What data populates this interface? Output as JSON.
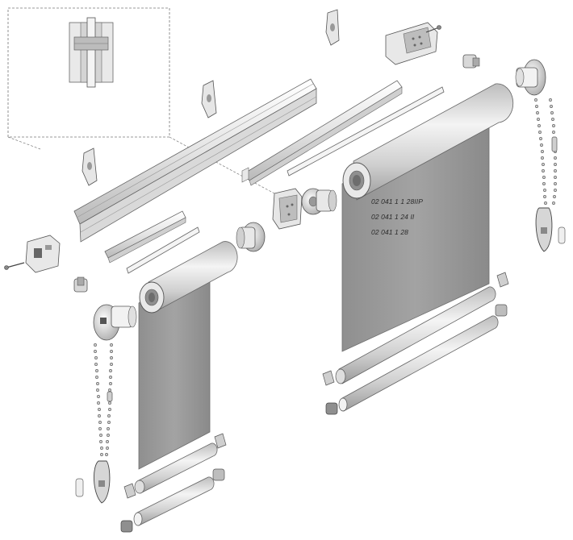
{
  "diagram": {
    "type": "exploded-assembly",
    "colors": {
      "fabric": "#9a9a9a",
      "fabric_edge": "#7d7d7d",
      "metal_light": "#f2f2f2",
      "metal_mid": "#cfcfcf",
      "metal_dark": "#8c8c8c",
      "line": "#555555"
    },
    "part_numbers": [
      "02 041 1 1 28IIP",
      "02 041 1 24 II",
      "02 041 1 28"
    ]
  }
}
